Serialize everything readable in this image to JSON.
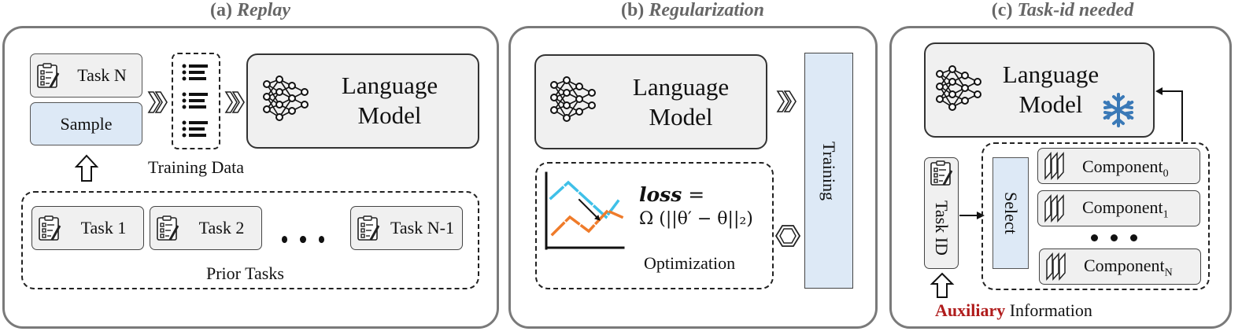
{
  "panels": {
    "replay": {
      "title_prefix": "(a)",
      "title_main": "Replay",
      "task_n": "Task N",
      "sample": "Sample",
      "training_data": "Training Data",
      "model_line1": "Language",
      "model_line2": "Model",
      "prior_tasks": [
        "Task 1",
        "Task 2",
        "Task N-1"
      ],
      "ellipsis": "• • •",
      "prior_tasks_label": "Prior Tasks"
    },
    "regularization": {
      "title_prefix": "(b)",
      "title_main": "Regularization",
      "model_line1": "Language",
      "model_line2": "Model",
      "training": "Training",
      "loss_word": "loss",
      "loss_eq": "=",
      "formula": "Ω (||θ′ − θ||₂)",
      "optimization": "Optimization"
    },
    "task_id": {
      "title_prefix": "(c)",
      "title_main": "Task-id needed",
      "model_line1": "Language",
      "model_line2": "Model",
      "task_id_label": "Task ID",
      "select_label": "Select",
      "components": [
        {
          "base": "Component",
          "sub": "0"
        },
        {
          "base": "Component",
          "sub": "1"
        },
        {
          "base": "Component",
          "sub": "N"
        }
      ],
      "auxiliary": "Auxiliary",
      "information": "Information"
    }
  },
  "colors": {
    "panel_border": "#7a7a7a",
    "box_fill": "#f0f0f0",
    "blue_fill": "#dde9f6",
    "title_gray": "#666666",
    "snowflake": "#3a79b7",
    "auxiliary_red": "#b01c1c",
    "line_cyan": "#3fc0e8",
    "line_orange": "#ef7b2a"
  },
  "icons": [
    "task-clipboard-icon",
    "neural-network-icon",
    "snowflake-icon",
    "component-stack-icon",
    "double-chevron-right-icon",
    "hollow-up-arrow-icon"
  ]
}
